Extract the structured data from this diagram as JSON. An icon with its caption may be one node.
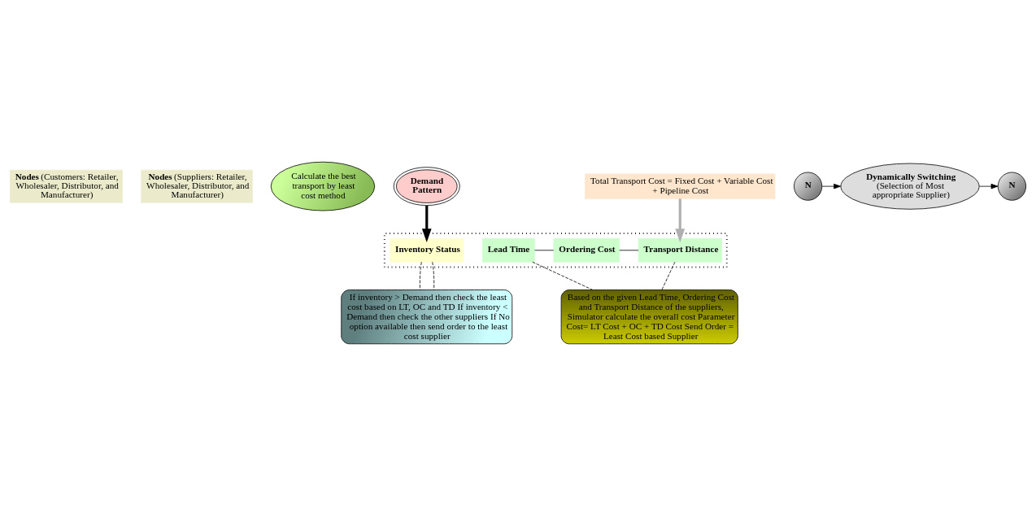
{
  "diagram": {
    "nodes": [
      {
        "text": [
          "**Nodes** (Customers: Retailer, Wholesaler, Distributor, and Manufacturer)"
        ]
      },
      {
        "text": [
          "**Nodes** (Suppliers: Retailer, Wholesaler, Distributor, and Manufacturer)"
        ]
      },
      {
        "text": [
          "Calculate the best transport by least cost method"
        ]
      },
      {
        "text": [
          "Demand Pattern"
        ]
      },
      {
        "text": [
          "N"
        ]
      },
      {
        "text": [
          "Dynamically Switching",
          "(Selection of Most appropriate Supplier)"
        ]
      },
      {
        "text": [
          "N"
        ]
      },
      {
        "text": [
          "Total Transport Cost = Fixed Cost + Variable Cost + Pipeline Cost"
        ]
      },
      {
        "text": [],
        "shape": "box"
      },
      {
        "text": [
          "Inventory Status"
        ],
        "in": 8
      },
      {
        "text": [
          "Lead Time"
        ],
        "in": 8
      },
      {
        "text": [
          "Ordering Cost"
        ],
        "in": 8
      },
      {
        "text": [
          "Transport Distance"
        ],
        "in": 8
      },
      {
        "text": [
          "If inventory > Demand then check the least cost based on LT, OC and TD If inventory < Demand then check the other suppliers If No option available then send order to the least cost supplier"
        ]
      },
      {
        "text": [
          "Based on the given Lead Time, Ordering Cost and Transport Distance of the suppliers, Simulator calculate the overall cost Parameter Cost= LT Cost + OC + TD Cost Send Order = Least Cost based Supplier"
        ]
      }
    ],
    "edges": [
      {
        "from": 4,
        "to": 5,
        "arrow": "to"
      },
      {
        "from": 5,
        "to": 6,
        "arrow": "to"
      },
      {
        "from": 3,
        "to": 9,
        "arrow": "to",
        "style": "thick"
      },
      {
        "from": 7,
        "to": 12,
        "arrow": "to",
        "style": "thick",
        "color": "#b0b0b0"
      },
      {
        "from": 10,
        "to": 11,
        "arrow": "none"
      },
      {
        "from": 11,
        "to": 12,
        "arrow": "none"
      },
      {
        "from": 9,
        "to": 13,
        "arrow": "none",
        "style": "dashed"
      },
      {
        "from": 9,
        "to": 13,
        "arrow": "none",
        "style": "dashed"
      },
      {
        "from": 10,
        "to": 14,
        "arrow": "none",
        "style": "dashed"
      },
      {
        "from": 12,
        "to": 14,
        "arrow": "none",
        "style": "dashed"
      }
    ]
  }
}
